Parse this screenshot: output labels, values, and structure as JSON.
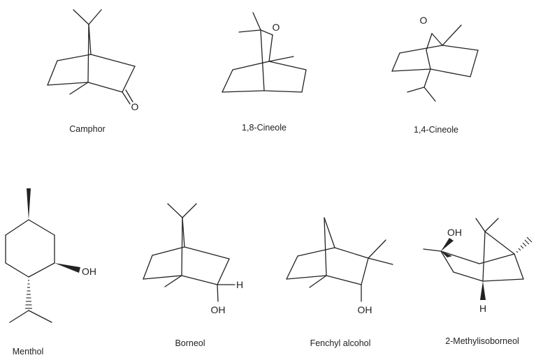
{
  "figure": {
    "molecules": [
      {
        "id": "camphor",
        "name": "Camphor",
        "atom_labels": [
          "O"
        ]
      },
      {
        "id": "cineole-18",
        "name": "1,8-Cineole",
        "atom_labels": [
          "O"
        ]
      },
      {
        "id": "cineole-14",
        "name": "1,4-Cineole",
        "atom_labels": [
          "O"
        ]
      },
      {
        "id": "menthol",
        "name": "Menthol",
        "atom_labels": [
          "OH"
        ]
      },
      {
        "id": "borneol",
        "name": "Borneol",
        "atom_labels": [
          "H",
          "OH"
        ]
      },
      {
        "id": "fenchyl-alcohol",
        "name": "Fenchyl alcohol",
        "atom_labels": [
          "OH"
        ]
      },
      {
        "id": "methylisoborneol",
        "name": "2-Methylisoborneol",
        "atom_labels": [
          "OH",
          "H"
        ]
      }
    ],
    "colors": {
      "ink": "#222222",
      "background": "#ffffff"
    }
  }
}
